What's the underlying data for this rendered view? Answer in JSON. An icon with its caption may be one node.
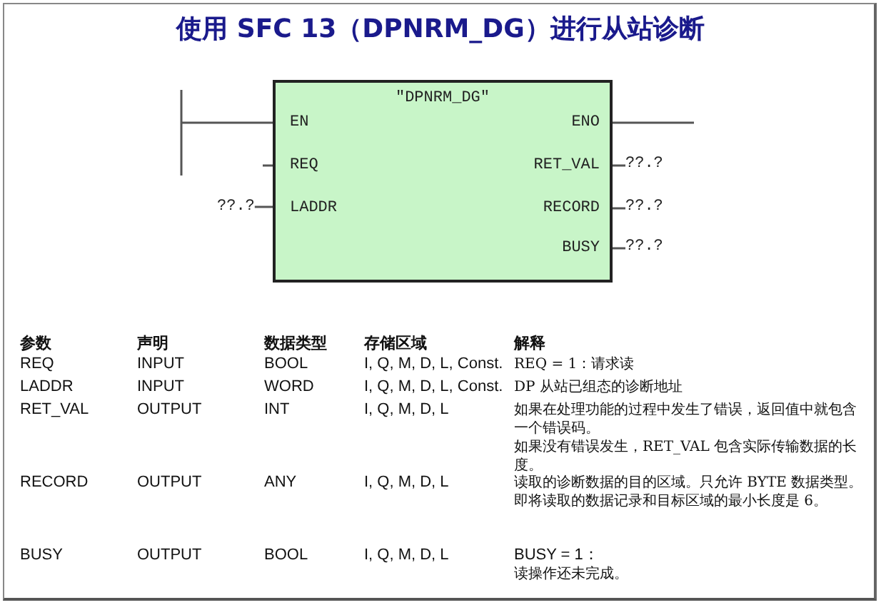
{
  "diagram": {
    "title": "使用 SFC 13（DPNRM_DG）进行从站诊断",
    "nodes": [
      {
        "text": [
          "\"DPNRM_DG\""
        ]
      },
      {
        "text": [
          "EN"
        ],
        "in": 0
      },
      {
        "text": [
          "REQ"
        ],
        "in": 0
      },
      {
        "text": [
          "LADDR"
        ],
        "in": 0
      },
      {
        "text": [
          "ENO"
        ],
        "in": 0
      },
      {
        "text": [
          "RET_VAL"
        ],
        "in": 0
      },
      {
        "text": [
          "RECORD"
        ],
        "in": 0
      },
      {
        "text": [
          "BUSY"
        ],
        "in": 0
      },
      {
        "text": [
          "??.?"
        ]
      },
      {
        "text": [
          "??.?"
        ]
      },
      {
        "text": [
          "??.?"
        ]
      },
      {
        "text": [
          "??.?"
        ]
      }
    ],
    "edges": [
      {
        "from": null,
        "to": 1,
        "arrow": "none"
      },
      {
        "from": null,
        "to": 2,
        "arrow": "none"
      },
      {
        "from": 8,
        "to": 3,
        "arrow": "none"
      },
      {
        "from": 4,
        "to": null,
        "arrow": "none"
      },
      {
        "from": 5,
        "to": 9,
        "arrow": "none"
      },
      {
        "from": 6,
        "to": 10,
        "arrow": "none"
      },
      {
        "from": 7,
        "to": 11,
        "arrow": "none"
      }
    ],
    "labels": [
      "参数",
      "声明",
      "数据类型",
      "存储区域",
      "解释",
      "REQ",
      "INPUT",
      "BOOL",
      "I, Q, M, D, L, Const.",
      "REQ = 1：请求读",
      "LADDR",
      "INPUT",
      "WORD",
      "I, Q, M, D, L, Const.",
      "DP 从站已组态的诊断地址",
      "RET_VAL",
      "OUTPUT",
      "INT",
      "I, Q, M, D, L",
      "如果在处理功能的过程中发生了错误，返回值中就包含一个错误码。",
      "如果没有错误发生，RET_VAL 包含实际传输数据的长度。",
      "RECORD",
      "OUTPUT",
      "ANY",
      "I, Q, M, D, L",
      "读取的诊断数据的目的区域。只允许 BYTE 数据类型。即将读取的数据记录和目标区域的最小长度是 6。",
      "BUSY",
      "OUTPUT",
      "BOOL",
      "I, Q, M, D, L",
      "BUSY = 1：",
      "读操作还未完成。"
    ]
  }
}
